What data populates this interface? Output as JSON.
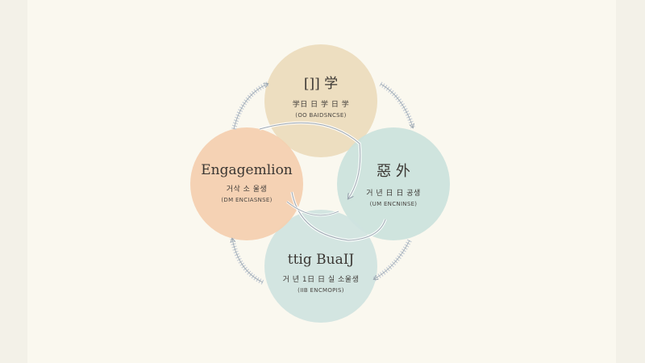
{
  "colors": {
    "background": "#f3f1e8",
    "panel": "#faf8ef",
    "top_node": "#ecdcbd",
    "left_node": "#f4d0b0",
    "right_node": "#cbe2dc",
    "bottom_node": "#cfe3e0",
    "arrow": "#9aa6b0",
    "arrow_hatch": "#c4ccd6"
  },
  "nodes": {
    "top": {
      "title": "[]] 学",
      "subtitle": "学日 日 学 日 学",
      "caption": "(OO BAIDSNCSE)"
    },
    "left": {
      "title": "Engagemlion",
      "subtitle": "거삭 소 울생",
      "caption": "(DM ENCIASNSE)"
    },
    "right": {
      "title": "惡 外",
      "subtitle": "거 년 日 日 공생",
      "caption": "(UM ENCNINSE)"
    },
    "bottom": {
      "title": "ttig BuaIJ",
      "subtitle": "거 년 1日 日 실 소울생",
      "caption": "(IIB ENCMOPIS)"
    }
  }
}
